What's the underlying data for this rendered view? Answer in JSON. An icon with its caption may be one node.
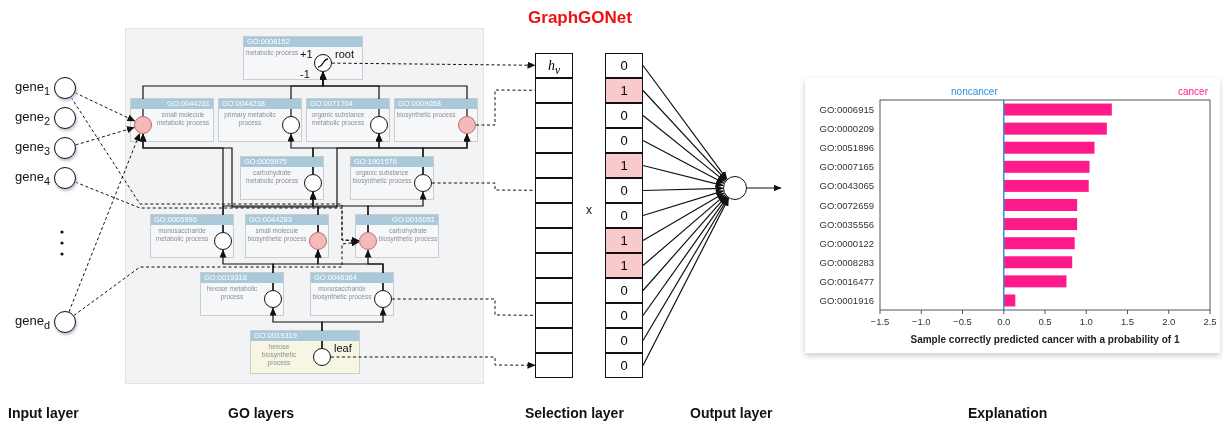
{
  "diagram": {
    "title": "GraphGONet",
    "nodes": [
      {
        "text": [
          "gene$_{1}$"
        ]
      },
      {
        "text": [
          "gene$_{2}$"
        ]
      },
      {
        "text": [
          "gene$_{3}$"
        ]
      },
      {
        "text": [
          "gene$_{4}$"
        ]
      },
      {
        "text": [
          "gene$_{d}$"
        ]
      },
      {
        "text": [
          "GO:0008152",
          "metabolic process"
        ]
      },
      {
        "text": [],
        "shape": "circle",
        "in": 5,
        "beside": [
          "+1",
          "-1",
          "root"
        ]
      },
      {
        "text": [
          "GO:0044281",
          "small molecule metabolic process"
        ]
      },
      {
        "text": [],
        "shape": "circle",
        "in": 7
      },
      {
        "text": [
          "GO:0044238",
          "primary metabolic process"
        ]
      },
      {
        "text": [],
        "shape": "circle",
        "in": 9
      },
      {
        "text": [
          "GO:0071704",
          "organic substance metabolic process"
        ]
      },
      {
        "text": [],
        "shape": "circle",
        "in": 11
      },
      {
        "text": [
          "GO:0009058",
          "biosynthetic process"
        ]
      },
      {
        "text": [],
        "shape": "circle",
        "in": 13
      },
      {
        "text": [
          "GO:0005975",
          "carbohydrate metabolic process"
        ]
      },
      {
        "text": [],
        "shape": "circle",
        "in": 15
      },
      {
        "text": [
          "GO:1901576",
          "organic substance biosynthetic process"
        ]
      },
      {
        "text": [],
        "shape": "circle",
        "in": 17
      },
      {
        "text": [
          "GO:0005996",
          "monosaccharide metabolic process"
        ]
      },
      {
        "text": [],
        "shape": "circle",
        "in": 19
      },
      {
        "text": [
          "GO:0044283",
          "small molecule biosynthetic process"
        ]
      },
      {
        "text": [],
        "shape": "circle",
        "in": 21
      },
      {
        "text": [
          "GO:0016051",
          "carbohydrate biosynthetic process"
        ]
      },
      {
        "text": [],
        "shape": "circle",
        "in": 23
      },
      {
        "text": [
          "GO:0019318",
          "hexose metabolic process"
        ]
      },
      {
        "text": [],
        "shape": "circle",
        "in": 25
      },
      {
        "text": [
          "GO:0046364",
          "monosaccharide biosynthetic process"
        ]
      },
      {
        "text": [],
        "shape": "circle",
        "in": 27
      },
      {
        "text": [
          "GO:0019319",
          "hexose biosynthetic process"
        ]
      },
      {
        "text": [],
        "shape": "circle",
        "in": 29,
        "beside": [
          "leaf"
        ]
      },
      {
        "text": [
          "h$_{v}$"
        ]
      },
      {
        "text": [],
        "shape": "box"
      },
      {
        "text": [],
        "shape": "box"
      },
      {
        "text": [],
        "shape": "box"
      },
      {
        "text": [],
        "shape": "box"
      },
      {
        "text": [],
        "shape": "box"
      },
      {
        "text": [],
        "shape": "box"
      },
      {
        "text": [],
        "shape": "box"
      },
      {
        "text": [],
        "shape": "box"
      },
      {
        "text": [],
        "shape": "box"
      },
      {
        "text": [],
        "shape": "box"
      },
      {
        "text": [],
        "shape": "box"
      },
      {
        "text": [],
        "shape": "box"
      },
      {
        "text": [
          "0"
        ]
      },
      {
        "text": [
          "1"
        ]
      },
      {
        "text": [
          "0"
        ]
      },
      {
        "text": [
          "0"
        ]
      },
      {
        "text": [
          "1"
        ]
      },
      {
        "text": [
          "0"
        ]
      },
      {
        "text": [
          "0"
        ]
      },
      {
        "text": [
          "1"
        ]
      },
      {
        "text": [
          "1"
        ]
      },
      {
        "text": [
          "0"
        ]
      },
      {
        "text": [
          "0"
        ]
      },
      {
        "text": [
          "0"
        ]
      },
      {
        "text": [
          "0"
        ]
      },
      {
        "text": [],
        "shape": "circle"
      }
    ],
    "edges": [
      {
        "from": 8,
        "to": 6,
        "arrow": "to"
      },
      {
        "from": 10,
        "to": 6,
        "arrow": "to"
      },
      {
        "from": 12,
        "to": 6,
        "arrow": "to"
      },
      {
        "from": 14,
        "to": 6,
        "arrow": "to"
      },
      {
        "from": 16,
        "to": 10,
        "arrow": "to"
      },
      {
        "from": 16,
        "to": 12,
        "arrow": "to"
      },
      {
        "from": 18,
        "to": 12,
        "arrow": "to"
      },
      {
        "from": 18,
        "to": 14,
        "arrow": "to"
      },
      {
        "from": 20,
        "to": 8,
        "arrow": "to"
      },
      {
        "from": 20,
        "to": 16,
        "arrow": "to"
      },
      {
        "from": 22,
        "to": 8,
        "arrow": "to"
      },
      {
        "from": 22,
        "to": 14,
        "arrow": "to"
      },
      {
        "from": 24,
        "to": 16,
        "arrow": "to"
      },
      {
        "from": 24,
        "to": 18,
        "arrow": "to"
      },
      {
        "from": 26,
        "to": 20,
        "arrow": "to"
      },
      {
        "from": 26,
        "to": 22,
        "arrow": "to"
      },
      {
        "from": 28,
        "to": 22,
        "arrow": "to"
      },
      {
        "from": 28,
        "to": 24,
        "arrow": "to"
      },
      {
        "from": 30,
        "to": 26,
        "arrow": "to"
      },
      {
        "from": 30,
        "to": 28,
        "arrow": "to"
      },
      {
        "from": 0,
        "to": 8,
        "arrow": "to",
        "style": "dashed"
      },
      {
        "from": 0,
        "to": 24,
        "arrow": "to",
        "style": "dashed"
      },
      {
        "from": 2,
        "to": 8,
        "arrow": "to",
        "style": "dashed"
      },
      {
        "from": 3,
        "to": 24,
        "arrow": "to",
        "style": "dashed"
      },
      {
        "from": 4,
        "to": 8,
        "arrow": "to",
        "style": "dashed"
      },
      {
        "from": 4,
        "to": 24,
        "arrow": "to",
        "style": "dashed"
      },
      {
        "from": 6,
        "to": 31,
        "arrow": "to",
        "style": "dashed"
      },
      {
        "from": 14,
        "to": 32,
        "arrow": "none",
        "style": "dashed"
      },
      {
        "from": 18,
        "to": 36,
        "arrow": "none",
        "style": "dashed"
      },
      {
        "from": 28,
        "to": 41,
        "arrow": "none",
        "style": "dashed"
      },
      {
        "from": 30,
        "to": 43,
        "arrow": "to",
        "style": "dashed"
      },
      {
        "from": 44,
        "to": 57,
        "arrow": "to"
      },
      {
        "from": 45,
        "to": 57,
        "arrow": "to"
      },
      {
        "from": 46,
        "to": 57,
        "arrow": "to"
      },
      {
        "from": 47,
        "to": 57,
        "arrow": "to"
      },
      {
        "from": 48,
        "to": 57,
        "arrow": "to"
      },
      {
        "from": 49,
        "to": 57,
        "arrow": "to"
      },
      {
        "from": 50,
        "to": 57,
        "arrow": "to"
      },
      {
        "from": 51,
        "to": 57,
        "arrow": "to"
      },
      {
        "from": 52,
        "to": 57,
        "arrow": "to"
      },
      {
        "from": 53,
        "to": 57,
        "arrow": "to"
      },
      {
        "from": 54,
        "to": 57,
        "arrow": "to"
      },
      {
        "from": 55,
        "to": 57,
        "arrow": "to"
      },
      {
        "from": 56,
        "to": 57,
        "arrow": "to"
      },
      {
        "from": 57,
        "to": null,
        "arrow": "to"
      }
    ],
    "labels": [
      "x",
      "Input layer",
      "GO layers",
      "Selection layer",
      "Output layer",
      "Explanation"
    ],
    "chart_data": {
      "type": "bar",
      "orientation": "horizontal",
      "xlabel": "Sample correctly predicted cancer with a probability of 1",
      "categories": [
        "GO:0006915",
        "GO:0000209",
        "GO:0051896",
        "GO:0007165",
        "GO:0043065",
        "GO:0072659",
        "GO:0035556",
        "GO:0000122",
        "GO:0008283",
        "GO:0016477",
        "GO:0001916"
      ],
      "series": [
        {
          "color": "#ff1a8c",
          "values": [
            1.31,
            1.25,
            1.1,
            1.04,
            1.03,
            0.89,
            0.89,
            0.86,
            0.83,
            0.76,
            0.14
          ]
        }
      ],
      "xlim": [
        -1.5,
        2.5
      ],
      "xticks": [
        {
          "value": -1.5,
          "label": "−1.5"
        },
        {
          "value": -1,
          "label": "−1.0"
        },
        {
          "value": -0.5,
          "label": "−0.5"
        },
        {
          "value": 0,
          "label": "0.0"
        },
        {
          "value": 0.5,
          "label": "0.5"
        },
        {
          "value": 1,
          "label": "1.0"
        },
        {
          "value": 1.5,
          "label": "1.5"
        },
        {
          "value": 2,
          "label": "2.0"
        },
        {
          "value": 2.5,
          "label": "2.5"
        }
      ],
      "annotations": [
        "noncancer",
        "cancer"
      ],
      "ref_lines": [
        {
          "axis": "x",
          "value": 0,
          "color": "#3a8fd0"
        }
      ]
    }
  }
}
